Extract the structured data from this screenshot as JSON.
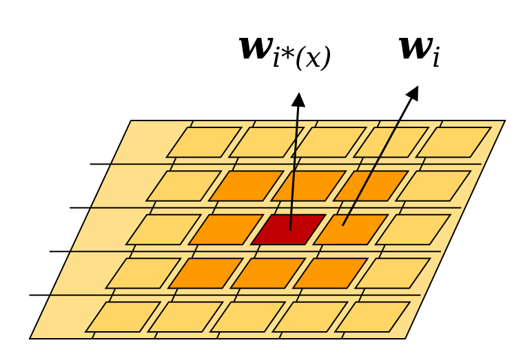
{
  "labels": {
    "winner": {
      "main": "w",
      "sub": "i*(x)"
    },
    "neuron": {
      "main": "w",
      "sub": "i"
    }
  },
  "grid": {
    "rows": 5,
    "cols": 5,
    "levels": [
      [
        "low",
        "low",
        "low",
        "low",
        "low"
      ],
      [
        "low",
        "mid",
        "mid",
        "mid",
        "low"
      ],
      [
        "low",
        "mid",
        "win",
        "mid",
        "low"
      ],
      [
        "low",
        "mid",
        "mid",
        "mid",
        "low"
      ],
      [
        "low",
        "low",
        "low",
        "low",
        "low"
      ]
    ]
  },
  "colors": {
    "background": "#FFE08A",
    "low": "#FFD666",
    "mid": "#FF9900",
    "win": "#C00000",
    "stroke": "#000000"
  }
}
